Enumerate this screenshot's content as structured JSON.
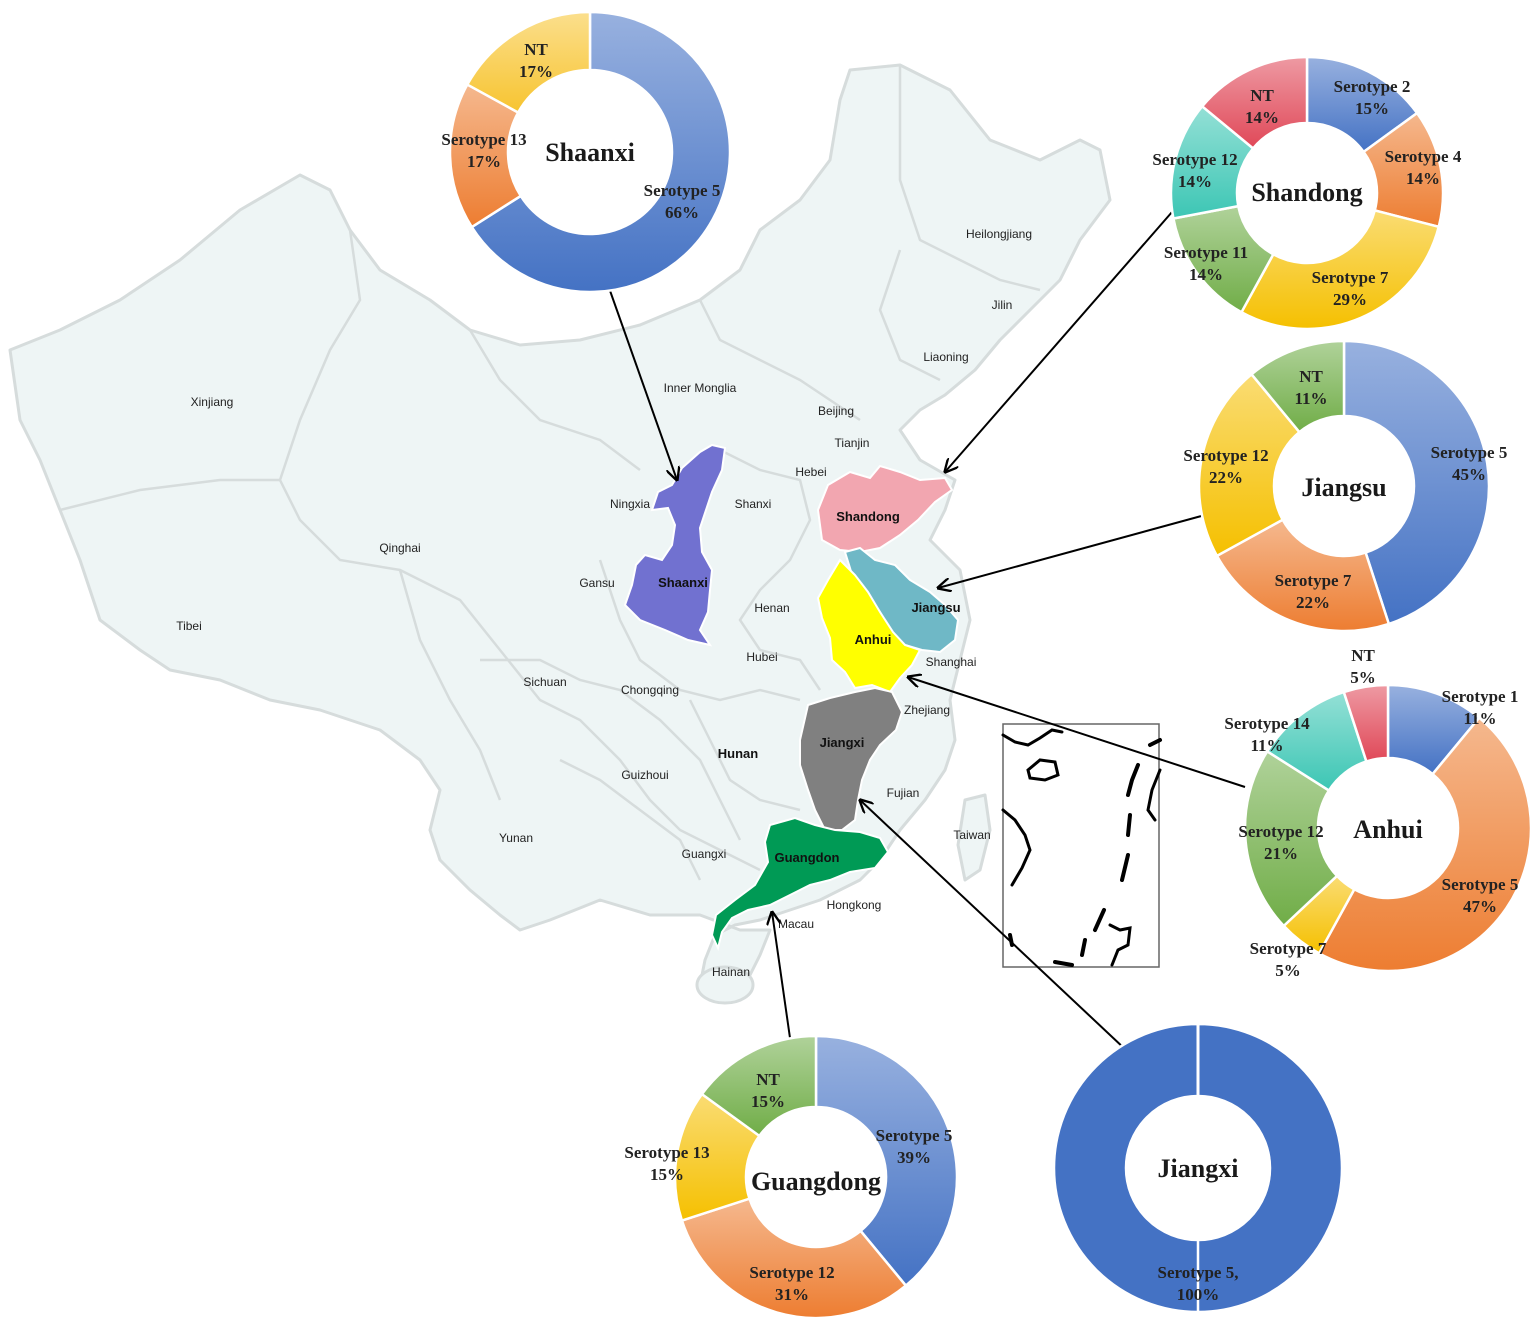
{
  "map": {
    "labels": [
      {
        "id": "xinjiang",
        "text": "Xinjiang"
      },
      {
        "id": "tibei",
        "text": "Tibei"
      },
      {
        "id": "qinghai",
        "text": "Qinghai"
      },
      {
        "id": "gansu",
        "text": "Gansu"
      },
      {
        "id": "ningxia",
        "text": "Ningxia"
      },
      {
        "id": "inner-monglia",
        "text": "Inner Monglia"
      },
      {
        "id": "heilongjiang",
        "text": "Heilongjiang"
      },
      {
        "id": "jilin",
        "text": "Jilin"
      },
      {
        "id": "liaoning",
        "text": "Liaoning"
      },
      {
        "id": "beijing",
        "text": "Beijing"
      },
      {
        "id": "tianjin",
        "text": "Tianjin"
      },
      {
        "id": "hebei",
        "text": "Hebei"
      },
      {
        "id": "shanxi",
        "text": "Shanxi"
      },
      {
        "id": "henan",
        "text": "Henan"
      },
      {
        "id": "hubei",
        "text": "Hubei"
      },
      {
        "id": "sichuan",
        "text": "Sichuan"
      },
      {
        "id": "chongqing",
        "text": "Chongqing"
      },
      {
        "id": "guizhoui",
        "text": "Guizhoui"
      },
      {
        "id": "yunan",
        "text": "Yunan"
      },
      {
        "id": "guangxi",
        "text": "Guangxi"
      },
      {
        "id": "hunan",
        "text": "Hunan"
      },
      {
        "id": "zhejiang",
        "text": "Zhejiang"
      },
      {
        "id": "shanghai",
        "text": "Shanghai"
      },
      {
        "id": "fujian",
        "text": "Fujian"
      },
      {
        "id": "taiwan",
        "text": "Taiwan"
      },
      {
        "id": "hongkong",
        "text": "Hongkong"
      },
      {
        "id": "macau",
        "text": "Macau"
      },
      {
        "id": "hainan",
        "text": "Hainan"
      }
    ],
    "highlighted": [
      {
        "id": "shaanxi",
        "text": "Shaanxi",
        "color": "#7171d0"
      },
      {
        "id": "shandong",
        "text": "Shandong",
        "color": "#f2a6b0"
      },
      {
        "id": "jiangsu",
        "text": "Jiangsu",
        "color": "#6fb8c6"
      },
      {
        "id": "anhui",
        "text": "Anhui",
        "color": "#ffff00"
      },
      {
        "id": "jiangxi",
        "text": "Jiangxi",
        "color": "#808080"
      },
      {
        "id": "guangdong",
        "text": "Guangdon",
        "color": "#009a55"
      }
    ]
  },
  "chart_data": [
    {
      "type": "pie",
      "title": "Shaanxi",
      "slices": [
        {
          "label": "Serotype 5",
          "value": 66,
          "display": "66%",
          "color": "#4472c4"
        },
        {
          "label": "Serotype 13",
          "value": 17,
          "display": "17%",
          "color": "#ed7d31"
        },
        {
          "label": "NT",
          "value": 17,
          "display": "17%",
          "color": "#f7c430"
        }
      ]
    },
    {
      "type": "pie",
      "title": "Shandong",
      "slices": [
        {
          "label": "Serotype 2",
          "value": 15,
          "display": "15%",
          "color": "#4472c4"
        },
        {
          "label": "Serotype 4",
          "value": 14,
          "display": "14%",
          "color": "#ed7d31"
        },
        {
          "label": "Serotype 7",
          "value": 29,
          "display": "29%",
          "color": "#f5c000"
        },
        {
          "label": "Serotype 11",
          "value": 14,
          "display": "14%",
          "color": "#70ad47"
        },
        {
          "label": "Serotype 12",
          "value": 14,
          "display": "14%",
          "color": "#3cc6b4"
        },
        {
          "label": "NT",
          "value": 14,
          "display": "14%",
          "color": "#e04858"
        }
      ]
    },
    {
      "type": "pie",
      "title": "Jiangsu",
      "slices": [
        {
          "label": "Serotype 5",
          "value": 45,
          "display": "45%",
          "color": "#4472c4"
        },
        {
          "label": "Serotype 7",
          "value": 22,
          "display": "22%",
          "color": "#ed7d31"
        },
        {
          "label": "Serotype 12",
          "value": 22,
          "display": "22%",
          "color": "#f5c000"
        },
        {
          "label": "NT",
          "value": 11,
          "display": "11%",
          "color": "#70ad47"
        }
      ]
    },
    {
      "type": "pie",
      "title": "Anhui",
      "slices": [
        {
          "label": "Serotype 1",
          "value": 11,
          "display": "11%",
          "color": "#4472c4"
        },
        {
          "label": "Serotype 5",
          "value": 47,
          "display": "47%",
          "color": "#ed7d31"
        },
        {
          "label": "Serotype 7",
          "value": 5,
          "display": "5%",
          "color": "#f5c000"
        },
        {
          "label": "Serotype 12",
          "value": 21,
          "display": "21%",
          "color": "#70ad47"
        },
        {
          "label": "Serotype 14",
          "value": 11,
          "display": "11%",
          "color": "#3cc6b4"
        },
        {
          "label": "NT",
          "value": 5,
          "display": "5%",
          "color": "#e04858"
        }
      ]
    },
    {
      "type": "pie",
      "title": "Jiangxi",
      "slices": [
        {
          "label": "Serotype 5,",
          "value": 100,
          "display": "100%",
          "color": "#4472c4"
        }
      ]
    },
    {
      "type": "pie",
      "title": "Guangdong",
      "slices": [
        {
          "label": "Serotype 5",
          "value": 39,
          "display": "39%",
          "color": "#4472c4"
        },
        {
          "label": "Serotype 12",
          "value": 31,
          "display": "31%",
          "color": "#ed7d31"
        },
        {
          "label": "Serotype 13",
          "value": 15,
          "display": "15%",
          "color": "#f5c000"
        },
        {
          "label": "NT",
          "value": 15,
          "display": "15%",
          "color": "#70ad47"
        }
      ]
    }
  ]
}
